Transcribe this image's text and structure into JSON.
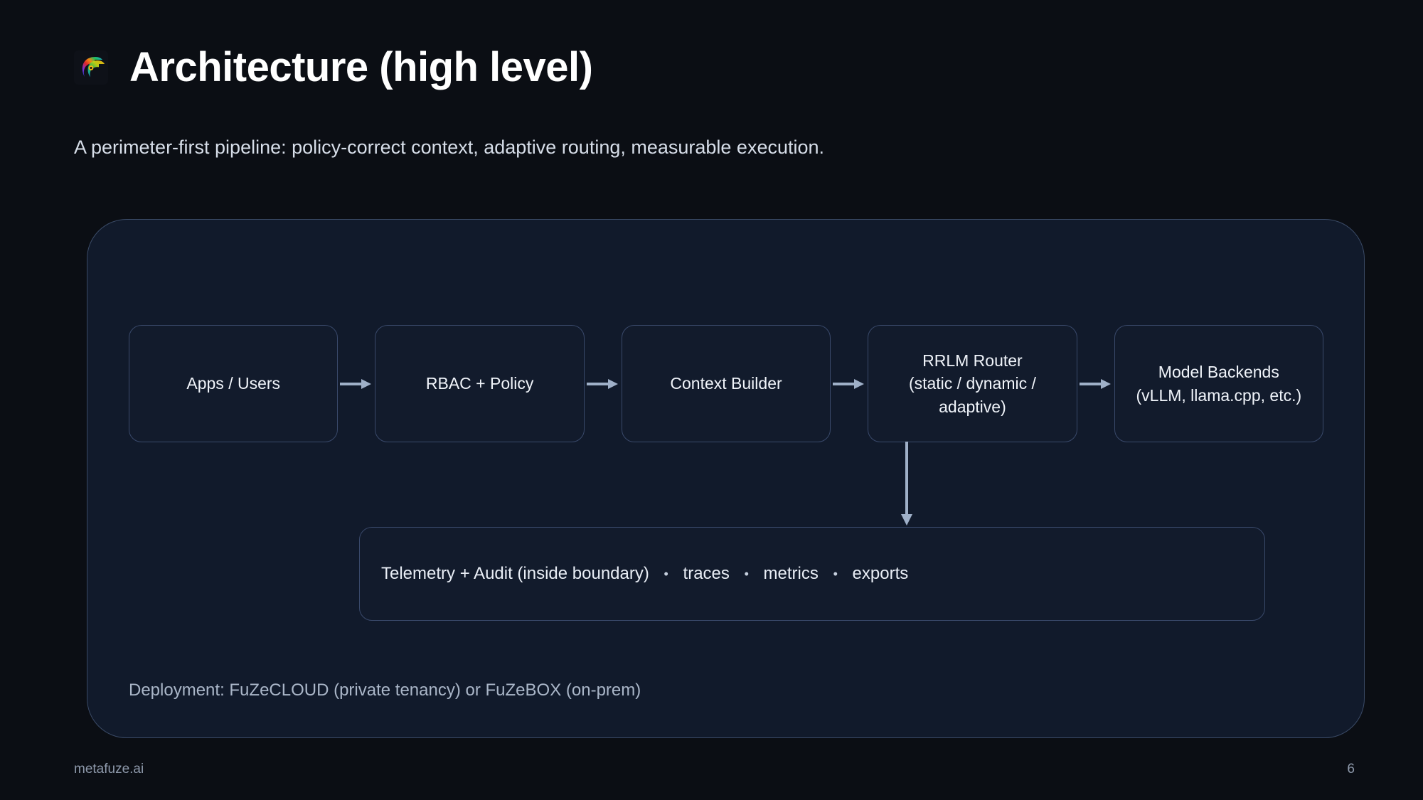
{
  "slide": {
    "title": "Architecture (high level)",
    "subtitle": "A perimeter-first pipeline: policy-correct context, adaptive routing, measurable execution.",
    "logo_icon": "fuze-f-logo-icon",
    "page_number": "6",
    "site": "metafuze.ai"
  },
  "colors": {
    "page_background": "#0b0e14",
    "panel_fill": "#111a2b",
    "panel_border": "#3a4a66",
    "box_fill": "#121b2c",
    "box_border": "#39496a",
    "arrow": "#9fb0c8",
    "title_text": "#ffffff",
    "body_text": "#e8eef7",
    "muted_text": "#aab6c8",
    "footer_text": "#8e99ab"
  },
  "diagram": {
    "stages": [
      {
        "label": "Apps / Users"
      },
      {
        "label": "RBAC + Policy"
      },
      {
        "label": "Context Builder"
      },
      {
        "label": "RRLM Router\n(static / dynamic /\nadaptive)"
      },
      {
        "label": "Model Backends\n(vLLM, llama.cpp, etc.)"
      }
    ],
    "arrows": [
      {
        "name": "arrow-apps-to-rbac",
        "direction": "right"
      },
      {
        "name": "arrow-rbac-to-context",
        "direction": "right"
      },
      {
        "name": "arrow-context-to-router",
        "direction": "right"
      },
      {
        "name": "arrow-router-to-backends",
        "direction": "right"
      },
      {
        "name": "arrow-router-to-telemetry",
        "direction": "down"
      }
    ],
    "telemetry": {
      "main": "Telemetry + Audit (inside boundary)",
      "bullet": "•",
      "items": [
        "traces",
        "metrics",
        "exports"
      ]
    },
    "deployment_note": "Deployment: FuZeCLOUD (private tenancy) or FuZeBOX (on-prem)"
  }
}
